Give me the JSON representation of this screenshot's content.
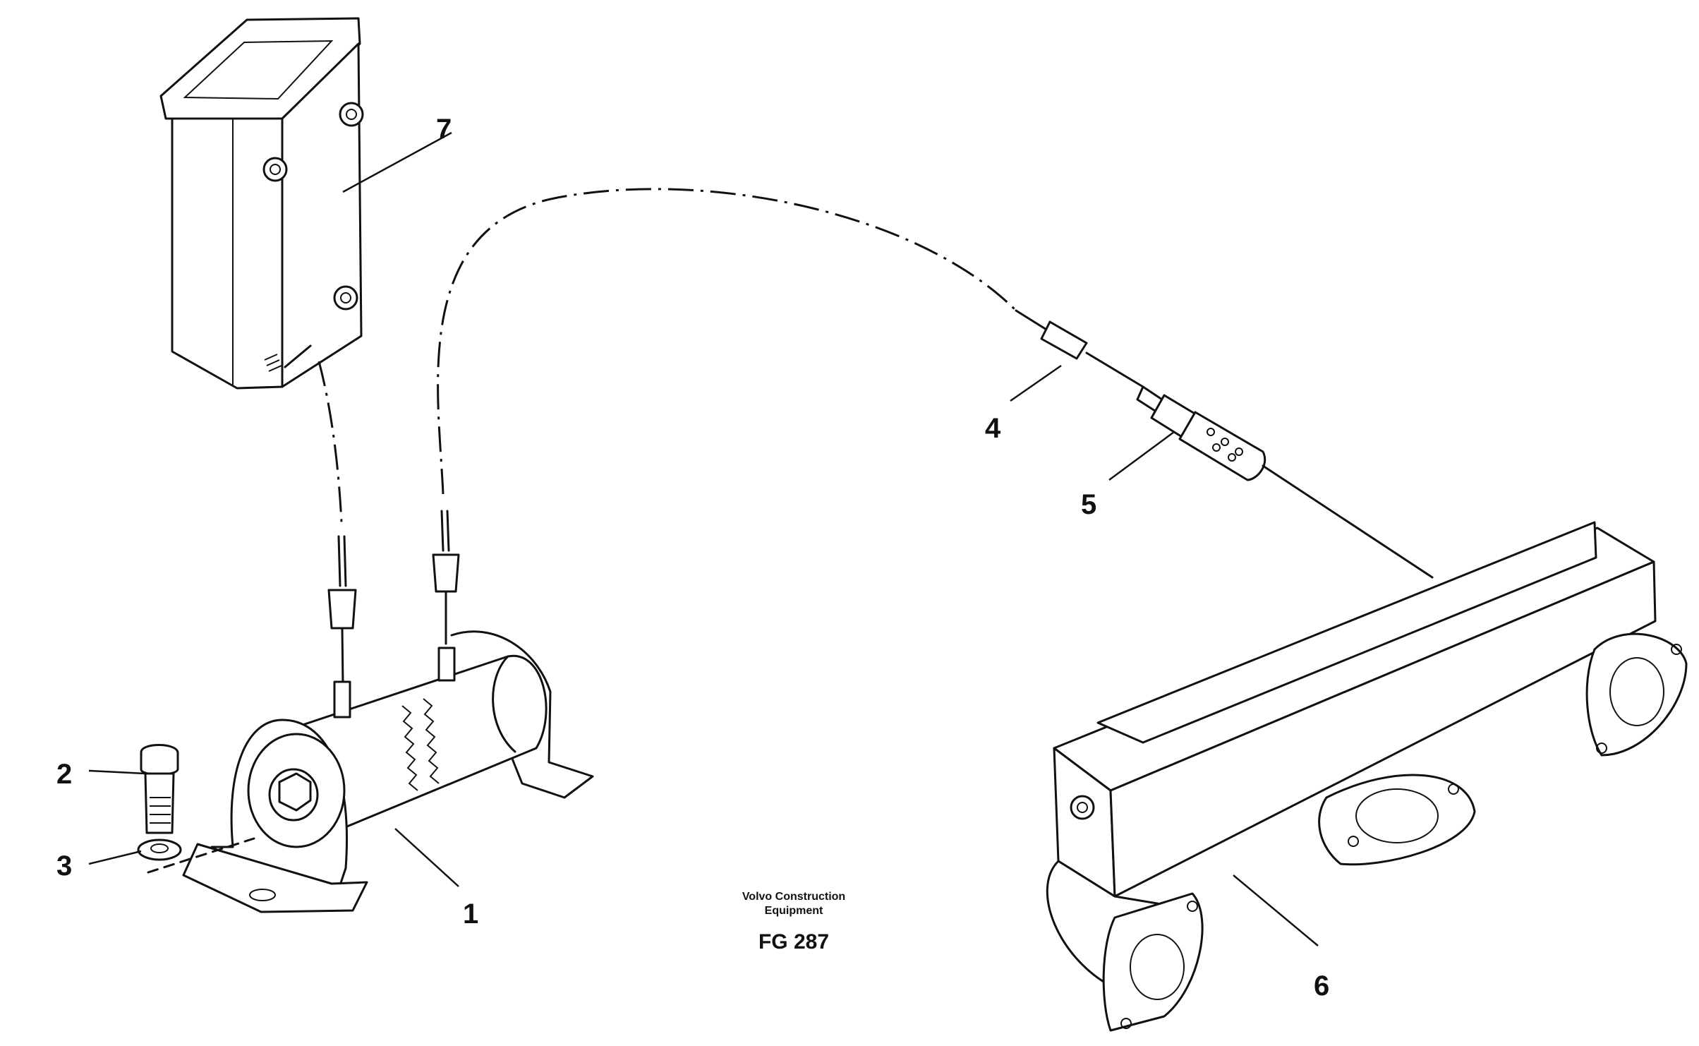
{
  "callouts": [
    "1",
    "2",
    "3",
    "4",
    "5",
    "6",
    "7"
  ],
  "caption": {
    "maker_line1": "Volvo Construction",
    "maker_line2": "Equipment",
    "figure_code": "FG 287"
  }
}
